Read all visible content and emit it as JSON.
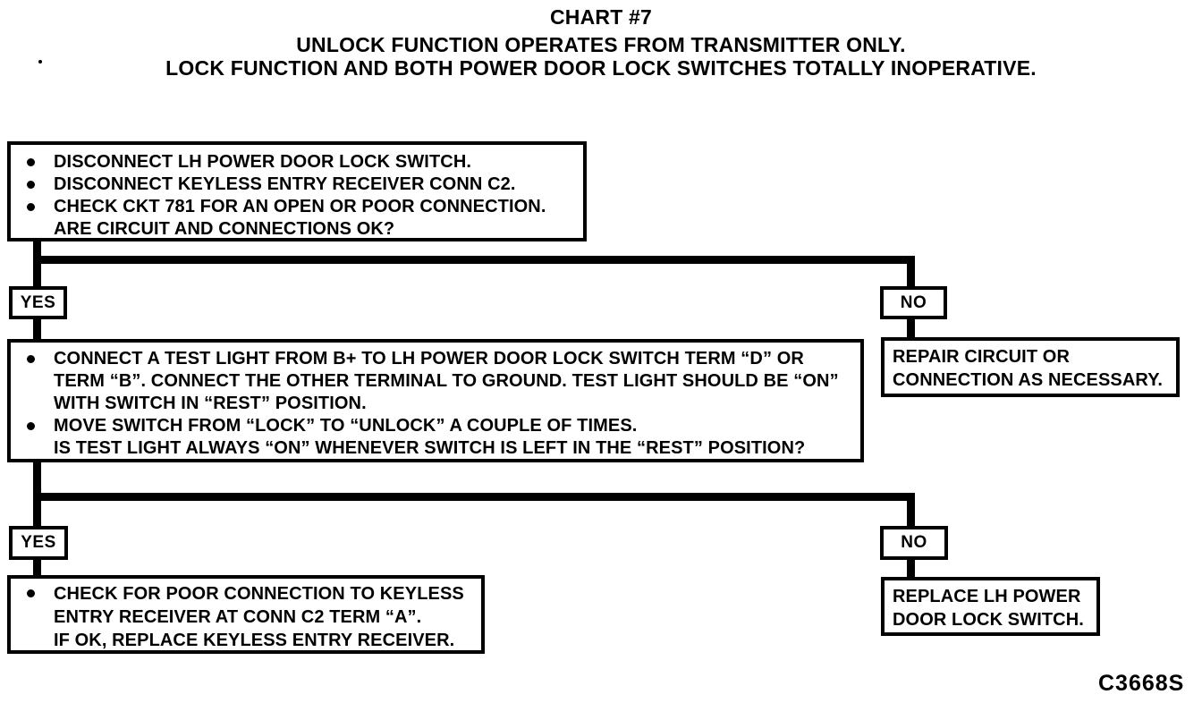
{
  "header": {
    "title": "CHART #7",
    "subtitle_line1": "UNLOCK FUNCTION OPERATES FROM TRANSMITTER ONLY.",
    "subtitle_line2": "LOCK FUNCTION AND BOTH POWER DOOR LOCK SWITCHES TOTALLY INOPERATIVE."
  },
  "colors": {
    "ink": "#000000",
    "paper": "#ffffff"
  },
  "figure_code": "C3668S",
  "flowchart": {
    "step1": {
      "lines": [
        {
          "bullet": true,
          "text": "DISCONNECT LH POWER DOOR LOCK SWITCH."
        },
        {
          "bullet": true,
          "text": "DISCONNECT KEYLESS ENTRY RECEIVER CONN C2."
        },
        {
          "bullet": true,
          "text": "CHECK CKT 781 FOR AN OPEN OR POOR CONNECTION."
        },
        {
          "bullet": false,
          "text": "ARE CIRCUIT AND CONNECTIONS OK?"
        }
      ]
    },
    "branch1": {
      "yes_label": "YES",
      "no_label": "NO",
      "no_action": {
        "line1": "REPAIR CIRCUIT OR",
        "line2": "CONNECTION AS NECESSARY."
      }
    },
    "step2": {
      "lines": [
        {
          "bullet": true,
          "text": "CONNECT A TEST LIGHT FROM B+ TO LH POWER DOOR LOCK SWITCH TERM “D” OR"
        },
        {
          "bullet": false,
          "text": "TERM “B”. CONNECT THE OTHER TERMINAL TO GROUND. TEST LIGHT SHOULD BE “ON”"
        },
        {
          "bullet": false,
          "text": "WITH SWITCH IN “REST” POSITION."
        },
        {
          "bullet": true,
          "text": "MOVE SWITCH FROM “LOCK” TO “UNLOCK” A COUPLE OF TIMES."
        },
        {
          "bullet": false,
          "text": "IS TEST LIGHT ALWAYS “ON” WHENEVER SWITCH IS LEFT IN THE “REST” POSITION?"
        }
      ]
    },
    "branch2": {
      "yes_label": "YES",
      "no_label": "NO",
      "no_action": {
        "line1": "REPLACE LH POWER",
        "line2": "DOOR LOCK SWITCH."
      }
    },
    "step3": {
      "lines": [
        {
          "bullet": true,
          "text": "CHECK FOR POOR CONNECTION TO KEYLESS"
        },
        {
          "bullet": false,
          "text": "ENTRY RECEIVER AT CONN C2 TERM “A”."
        },
        {
          "bullet": false,
          "text": "IF OK, REPLACE KEYLESS ENTRY RECEIVER."
        }
      ]
    }
  }
}
